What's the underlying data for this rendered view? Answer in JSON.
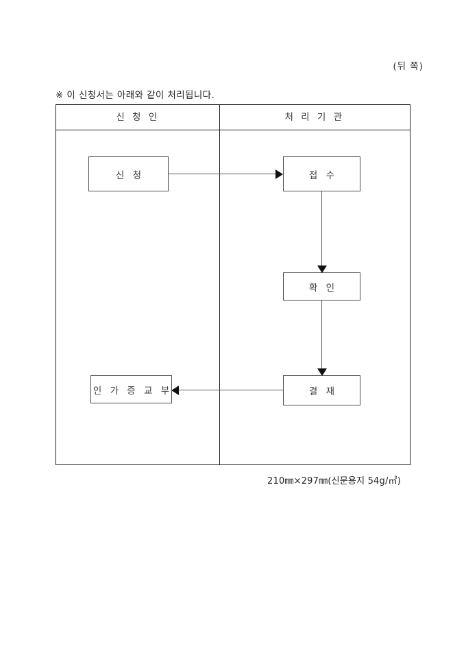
{
  "page": {
    "side_marker": "(뒤 쪽)",
    "note": "※ 이 신청서는 아래와 같이 처리됩니다.",
    "paper_spec": "210㎜×297㎜(신문용지 54g/㎡)"
  },
  "flow_table": {
    "columns": [
      {
        "header": "신 청 인"
      },
      {
        "header": "처 리 기 관"
      }
    ],
    "boxes": [
      {
        "id": "apply",
        "label": "신 청",
        "column": "applicant"
      },
      {
        "id": "receive",
        "label": "접 수",
        "column": "agency"
      },
      {
        "id": "confirm",
        "label": "확 인",
        "column": "agency"
      },
      {
        "id": "approve",
        "label": "결 재",
        "column": "agency"
      },
      {
        "id": "issue",
        "label": "인 가 증 교 부",
        "column": "applicant"
      }
    ],
    "connectors": [
      {
        "from": "apply",
        "to": "receive",
        "direction": "right"
      },
      {
        "from": "receive",
        "to": "confirm",
        "direction": "down"
      },
      {
        "from": "confirm",
        "to": "approve",
        "direction": "down"
      },
      {
        "from": "approve",
        "to": "issue",
        "direction": "left"
      }
    ]
  },
  "colors": {
    "table_border": "#1c1c1c",
    "box_border": "#4a4a4a",
    "connector": "#5a5a5a",
    "arrow": "#111111",
    "text": "#3d3d3d",
    "background": "#ffffff"
  }
}
